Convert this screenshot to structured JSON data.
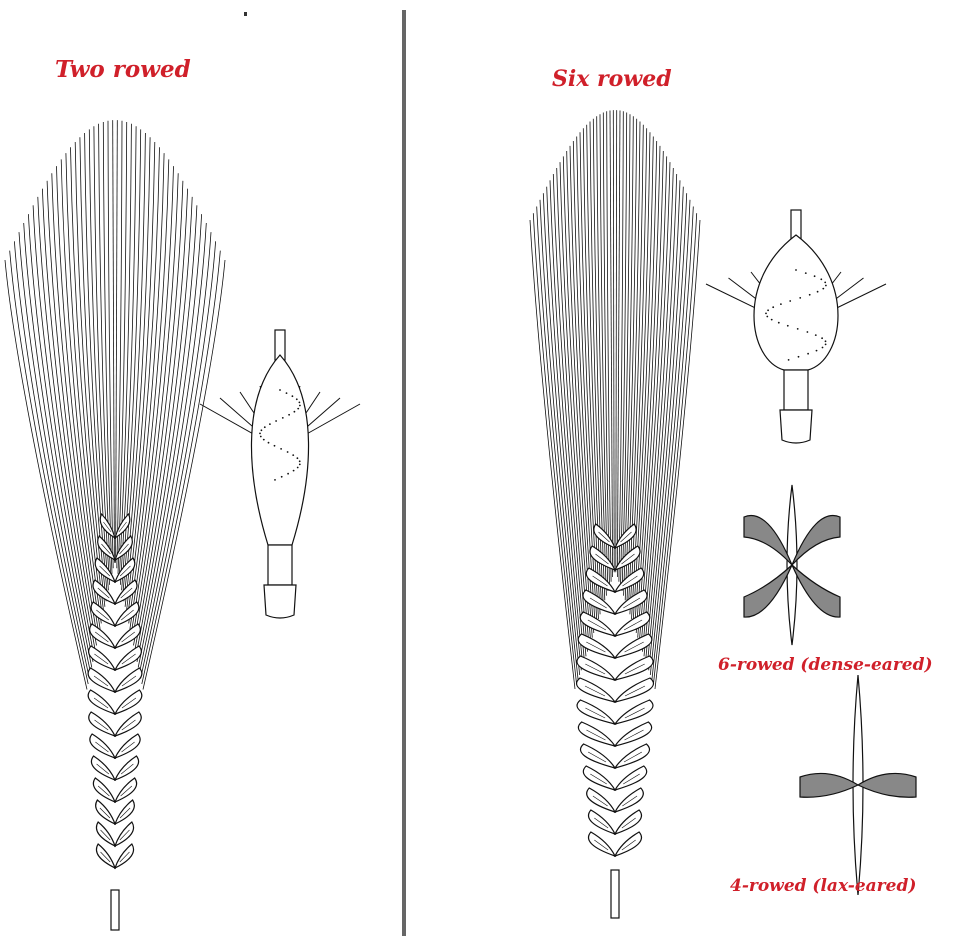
{
  "panels": {
    "left": {
      "title": "Two rowed"
    },
    "right": {
      "title": "Six rowed",
      "captions": {
        "dense": "6-rowed (dense-eared)",
        "lax": "4-rowed (lax-eared)"
      }
    }
  },
  "colors": {
    "label": "#d0202a",
    "ink": "#111111",
    "divider": "#666666",
    "background": "#ffffff"
  },
  "illustrations": [
    "two-rowed-barley-ear",
    "two-rowed-spikelet",
    "six-rowed-barley-ear",
    "six-rowed-spikelet",
    "dense-eared-cross-section",
    "lax-eared-cross-section"
  ]
}
